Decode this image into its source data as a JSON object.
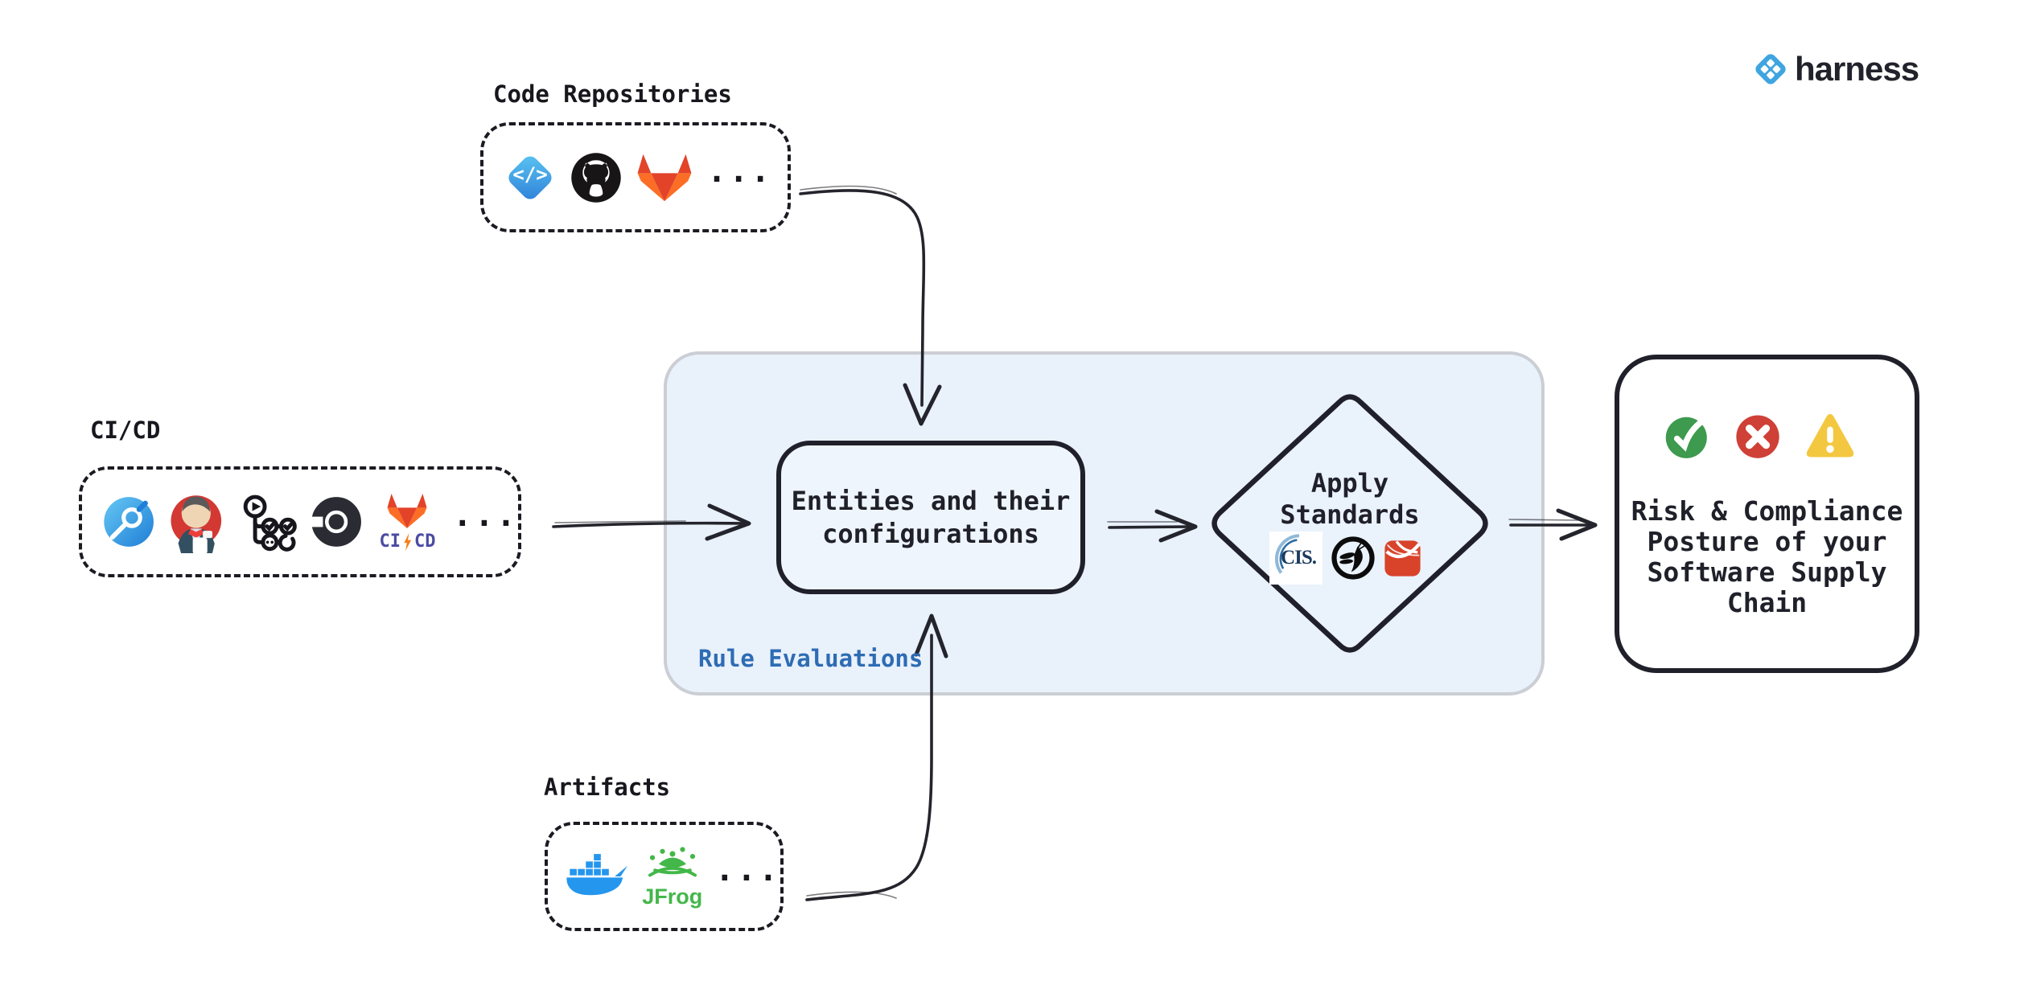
{
  "brand": {
    "wordmark": "harness"
  },
  "groups": {
    "code_repositories": {
      "label": "Code Repositories",
      "icons": [
        "harness-code-icon",
        "github-icon",
        "gitlab-icon"
      ],
      "code_glyph": "</>",
      "more": "..."
    },
    "cicd": {
      "label": "CI/CD",
      "icons": [
        "harness-ci-icon",
        "jenkins-icon",
        "pipeline-icon",
        "circleci-icon",
        "gitlab-cicd-icon"
      ],
      "gitlab_cicd_text": {
        "ci": "CI",
        "cd": "CD"
      },
      "more": "..."
    },
    "artifacts": {
      "label": "Artifacts",
      "icons": [
        "docker-icon",
        "jfrog-icon"
      ],
      "jfrog_label": "JFrog",
      "more": "..."
    }
  },
  "rule_evaluations": {
    "label": "Rule Evaluations",
    "entities_box": {
      "line1": "Entities and their",
      "line2": "configurations"
    },
    "diamond": {
      "line1": "Apply",
      "line2": "Standards",
      "standards_icons": [
        "cis-icon",
        "owasp-icon",
        "red-standard-icon"
      ],
      "cis_label": "CIS."
    }
  },
  "outcome": {
    "status_icons": [
      "success-check-icon",
      "failure-x-icon",
      "warning-icon"
    ],
    "lines": [
      "Risk & Compliance",
      "Posture of your",
      "Software Supply",
      "Chain"
    ]
  },
  "colors": {
    "canvas": "#ffffff",
    "ink": "#1d1d25",
    "rule_bg": "#e9f1fb",
    "rule_border": "#cbced4",
    "rule_label_blue": "#2e6cb4",
    "success_green": "#3d9a4e",
    "failure_red": "#cf4036",
    "warning_yellow": "#f3c840",
    "harness_blue": "#3fa5e0",
    "docker_blue": "#2496ed",
    "jfrog_green": "#43b749",
    "gitlab_orange": "#fc6d26",
    "gitlab_red": "#e24329",
    "gitlab_cicd_text": "#4b4ba3",
    "cis_navy": "#1b3a5e",
    "owasp_black": "#0c0c0c",
    "red_standard": "#d8432a"
  }
}
